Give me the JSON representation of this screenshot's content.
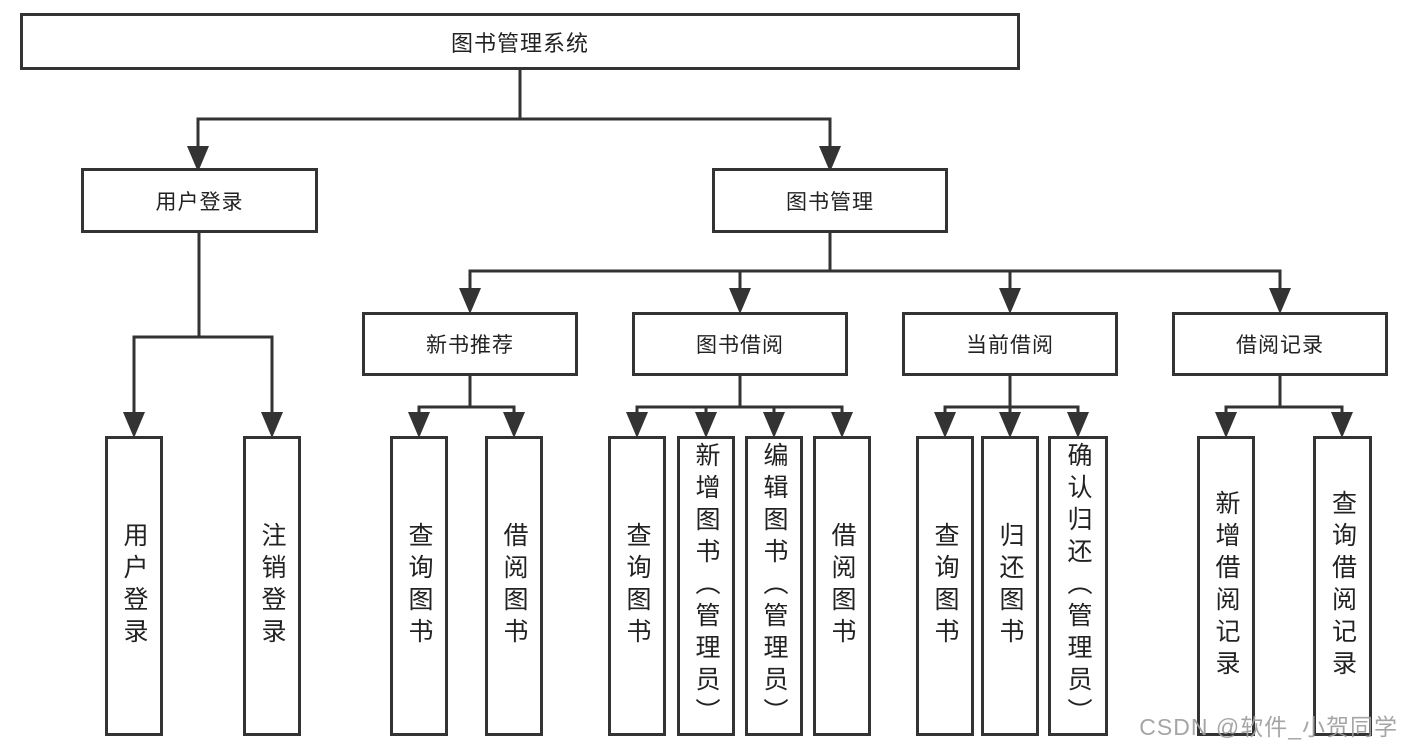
{
  "diagram": {
    "root": "图书管理系统",
    "branches": [
      {
        "label": "用户登录",
        "children": [
          "用户登录",
          "注销登录"
        ]
      },
      {
        "label": "图书管理",
        "sections": [
          {
            "label": "新书推荐",
            "children": [
              "查询图书",
              "借阅图书"
            ]
          },
          {
            "label": "图书借阅",
            "children": [
              "查询图书",
              "新增图书（管理员）",
              "编辑图书（管理员）",
              "借阅图书"
            ]
          },
          {
            "label": "当前借阅",
            "children": [
              "查询图书",
              "归还图书",
              "确认归还（管理员）"
            ]
          },
          {
            "label": "借阅记录",
            "children": [
              "新增借阅记录",
              "查询借阅记录"
            ]
          }
        ]
      }
    ]
  },
  "watermark": "CSDN @软件_小贺同学",
  "colors": {
    "line": "#333333",
    "text": "#222222",
    "watermark": "#9e9e9e",
    "background": "#ffffff"
  }
}
